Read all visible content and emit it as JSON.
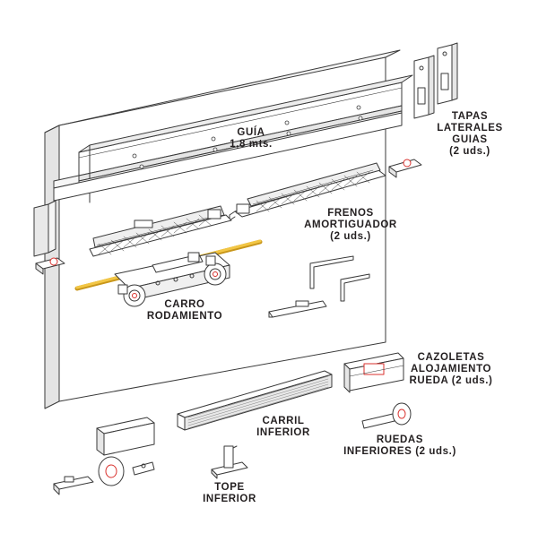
{
  "labels": {
    "guia": {
      "line1": "GUÍA",
      "line2": "1,8 mts."
    },
    "tapas": {
      "line1": "TAPAS",
      "line2": "LATERALES",
      "line3": "GUIAS",
      "line4": "(2 uds.)"
    },
    "frenos": {
      "line1": "FRENOS",
      "line2": "AMORTIGUADOR",
      "line3": "(2 uds.)"
    },
    "carro": {
      "line1": "CARRO",
      "line2": "RODAMIENTO"
    },
    "cazoletas": {
      "line1": "CAZOLETAS",
      "line2": "ALOJAMIENTO",
      "line3": "RUEDA (2 uds.)"
    },
    "carril": {
      "line1": "CARRIL",
      "line2": "INFERIOR"
    },
    "ruedas": {
      "line1": "RUEDAS",
      "line2": "INFERIORES (2 uds.)"
    },
    "tope": {
      "line1": "TOPE",
      "line2": "INFERIOR"
    }
  },
  "colors": {
    "line": "#3a3a3a",
    "panel_face": "#ffffff",
    "panel_side": "#e6e6e6",
    "panel_top": "#f0f0f0",
    "accent_yellow": "#e8b52a",
    "accent_red": "#d9302c"
  }
}
